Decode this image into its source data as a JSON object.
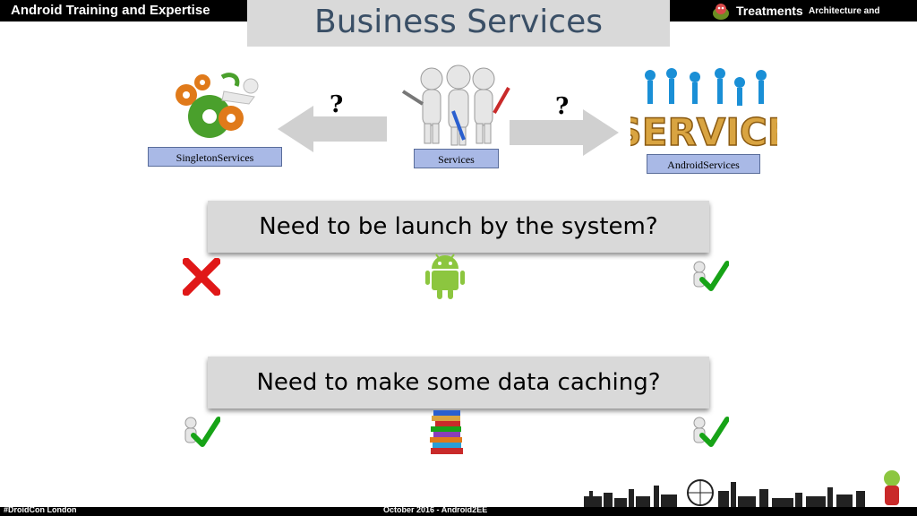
{
  "header": {
    "left_title": "Android Training and Expertise",
    "right_title_main": "Treatments",
    "right_title_sub": "Architecture and Threads"
  },
  "slide": {
    "title": "Business Services",
    "left_label": "SingletonServices",
    "center_label": "Services",
    "right_label": "AndroidServices",
    "left_question": "?",
    "right_question": "?"
  },
  "questions": [
    {
      "text": "Need to be launch by the system?",
      "answers": {
        "singleton": "cross-icon",
        "services": "android-icon",
        "android": "check-icon"
      }
    },
    {
      "text": "Need to make some data caching?",
      "answers": {
        "singleton": "check-icon",
        "services": "books-icon",
        "android": "check-icon"
      }
    }
  ],
  "footer": {
    "left": "#DroidCon London",
    "center": "October 2016 - Android2EE"
  },
  "colors": {
    "bar": "#000000",
    "title_bg": "#d9d9d9",
    "title_text": "#3a4f66",
    "label_bg": "#a9b9e6",
    "arrow": "#d0d0d0",
    "check": "#17a317",
    "cross": "#e01818",
    "android": "#8cc63f"
  }
}
